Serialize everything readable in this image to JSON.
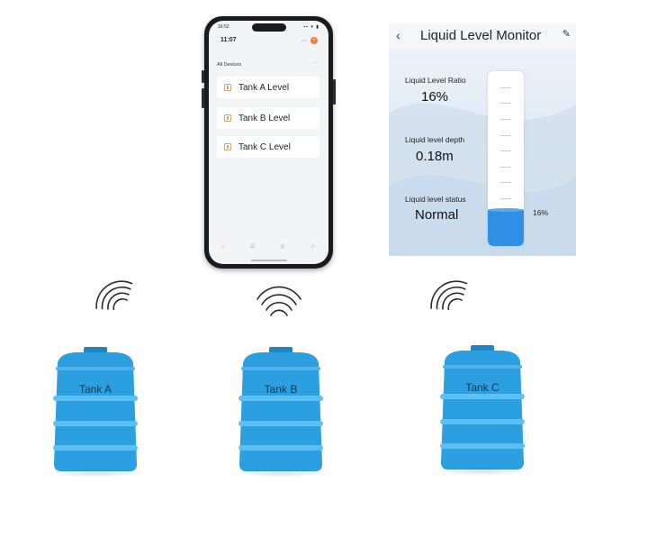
{
  "phone": {
    "status_time": "16:52",
    "status_icons": "▪▪ ▾ ▮",
    "app_time": "11:07",
    "menu_icon": "more-icon",
    "add_icon": "+",
    "section_title": "All Devices",
    "section_more": "···",
    "devices": [
      {
        "label": "Tank A Level"
      },
      {
        "label": "Tank B Level"
      },
      {
        "label": "Tank C Level"
      }
    ],
    "tabs": [
      {
        "icon": "home-icon",
        "glyph": "⌂",
        "active": true
      },
      {
        "icon": "scene-icon",
        "glyph": "☑",
        "active": false
      },
      {
        "icon": "smart-icon",
        "glyph": "◎",
        "active": false
      },
      {
        "icon": "profile-icon",
        "glyph": "☺",
        "active": false
      }
    ]
  },
  "monitor": {
    "back_glyph": "‹",
    "title": "Liquid Level Monitor",
    "edit_glyph": "✎",
    "metrics": [
      {
        "label": "Liquid Level Ratio",
        "value": "16%"
      },
      {
        "label": "Liquid level depth",
        "value": "0.18m"
      },
      {
        "label": "Liquid level status",
        "value": "Normal"
      }
    ],
    "fill_fraction": 0.16,
    "fill_label": "16%"
  },
  "tanks": [
    {
      "label": "Tank A"
    },
    {
      "label": "Tank B"
    },
    {
      "label": "Tank C"
    }
  ],
  "colors": {
    "tank_body": "#2b9fe0",
    "tank_rib": "#5cc0f2",
    "tank_dark": "#1d86c6",
    "accent_orange": "#f07b3f",
    "fill_blue": "#2e8fe5"
  }
}
